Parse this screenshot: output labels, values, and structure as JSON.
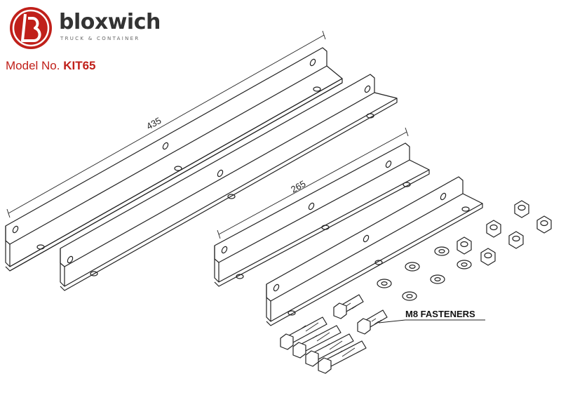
{
  "brand": {
    "name": "bloxwich",
    "tagline": "TRUCK & CONTAINER",
    "logo_letter": "b",
    "accent_color": "#c0201a"
  },
  "model": {
    "label": "Model No.",
    "code": "KIT65"
  },
  "drawing": {
    "dimension_long": "435",
    "dimension_short": "265",
    "fasteners_label": "M8 FASTENERS"
  }
}
